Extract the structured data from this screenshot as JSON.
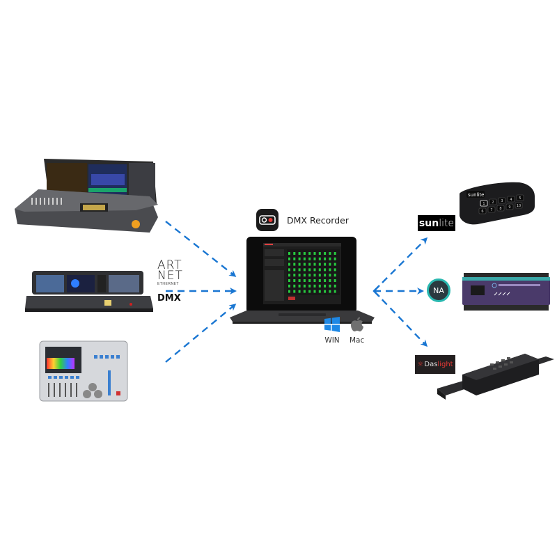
{
  "title": "DMX Recorder",
  "app": {
    "name": "DMX Recorder",
    "icon": "cassette-tape-icon",
    "platforms": [
      {
        "label": "WIN",
        "icon": "windows-logo-icon",
        "color": "#1e88e5"
      },
      {
        "label": "Mac",
        "icon": "apple-logo-icon",
        "color": "#6f6f6f"
      }
    ]
  },
  "inputs": {
    "protocol": {
      "artnet_line1": "ART",
      "artnet_line2": "NET",
      "artnet_sub": "ETHERNET",
      "dmx": "DMX"
    },
    "consoles": [
      {
        "name": "lighting-console-large"
      },
      {
        "name": "lighting-console-medium"
      },
      {
        "name": "lighting-console-touch"
      }
    ]
  },
  "outputs": [
    {
      "brand": "sunlite",
      "logo_text_a": "su",
      "logo_text_b": "n",
      "logo_text_c": "lite",
      "device": "usb-dmx-interface-keypad",
      "keys": [
        "1",
        "2",
        "3",
        "4",
        "5",
        "6",
        "7",
        "8",
        "9",
        "10"
      ]
    },
    {
      "brand": "NA",
      "logo_text": "NA",
      "device": "din-rail-dmx-node"
    },
    {
      "brand": "Daslight",
      "logo_text_a": "Das",
      "logo_text_b": "light",
      "device": "rack-dmx-interface"
    }
  ],
  "colors": {
    "arrow": "#1976d2",
    "laptop": "#2b2b2b",
    "screen_green": "#27c93f"
  }
}
